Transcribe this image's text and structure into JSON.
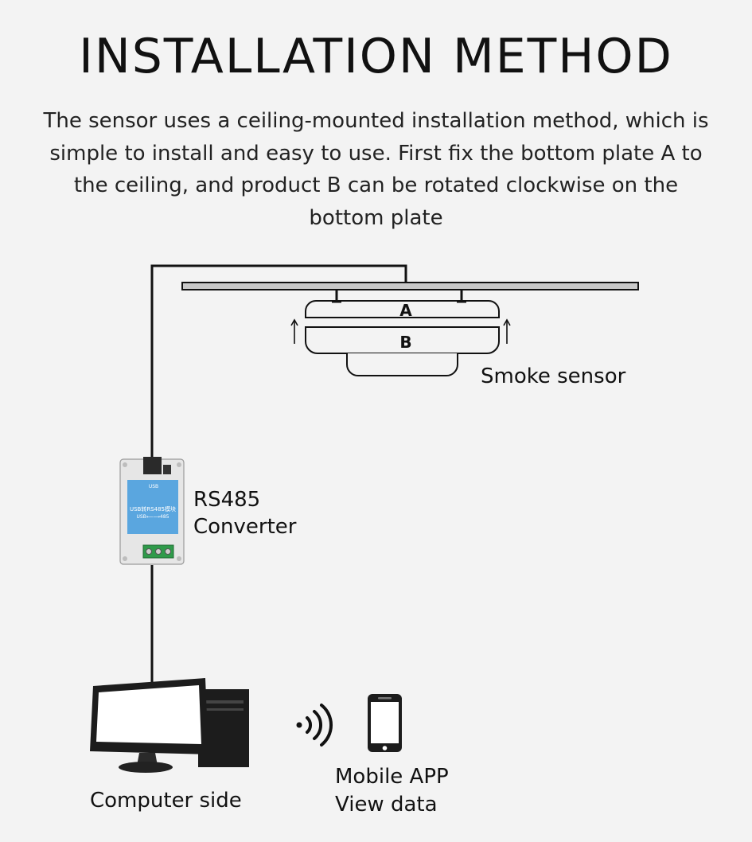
{
  "title": "INSTALLATION METHOD",
  "intro": "The sensor uses a ceiling-mounted installation method, which is simple to install and easy to use. First fix the bottom plate A to the ceiling, and product B can be rotated clockwise on the bottom plate",
  "labels": {
    "plate_a": "A",
    "product_b": "B",
    "smoke_sensor": "Smoke sensor",
    "converter_line1": "RS485",
    "converter_line2": "Converter",
    "computer": "Computer side",
    "mobile_line1": "Mobile APP",
    "mobile_line2": "View data"
  },
  "converter_markings": {
    "port": "USB",
    "module": "USB转RS485模块",
    "direction": "USB⟵⟶485"
  },
  "colors": {
    "background": "#f3f3f3",
    "line": "#111111",
    "module_blue": "#5aa6df",
    "terminal_green": "#2f9a4a"
  },
  "icons": [
    "wireless-signal-icon",
    "smartphone-icon",
    "desktop-computer-icon"
  ]
}
